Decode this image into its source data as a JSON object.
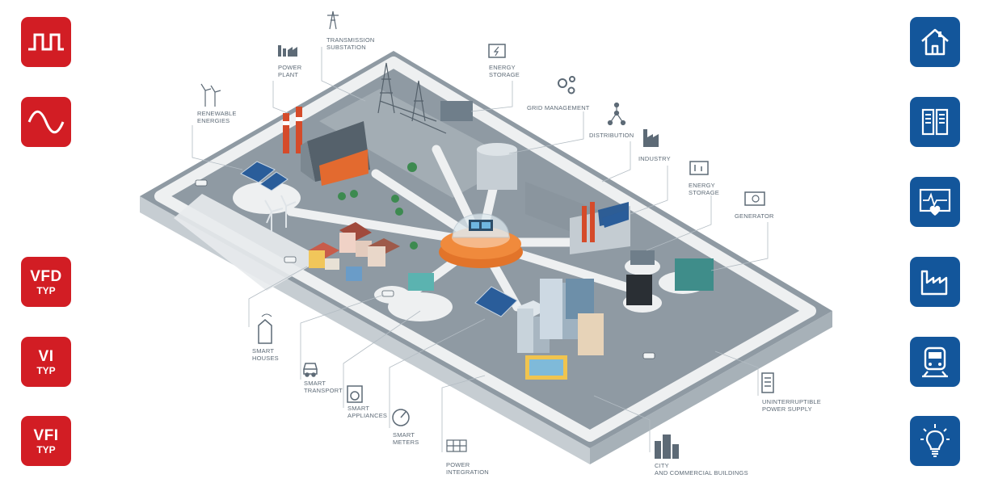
{
  "left_badges": [
    {
      "name": "square-wave-icon"
    },
    {
      "name": "sine-wave-icon"
    },
    {
      "line1": "VFD",
      "line2": "TYP"
    },
    {
      "line1": "VI",
      "line2": "TYP"
    },
    {
      "line1": "VFI",
      "line2": "TYP"
    }
  ],
  "right_badges": [
    {
      "name": "house-icon"
    },
    {
      "name": "server-rack-icon"
    },
    {
      "name": "medical-monitor-icon"
    },
    {
      "name": "factory-icon"
    },
    {
      "name": "train-icon"
    },
    {
      "name": "light-bulb-icon"
    }
  ],
  "labels": {
    "transmission": [
      "TRANSMISSION",
      "SUBSTATION"
    ],
    "power_plant": [
      "POWER",
      "PLANT"
    ],
    "energy_storage_top": [
      "ENERGY",
      "STORAGE"
    ],
    "grid_management": [
      "GRID MANAGEMENT"
    ],
    "renewable": [
      "RENEWABLE",
      "ENERGIES"
    ],
    "distribution": [
      "DISTRIBUTION"
    ],
    "industry": [
      "INDUSTRY"
    ],
    "energy_storage_right": [
      "ENERGY",
      "STORAGE"
    ],
    "generator": [
      "GENERATOR"
    ],
    "smart_houses": [
      "SMART",
      "HOUSES"
    ],
    "smart_transport": [
      "SMART",
      "TRANSPORT"
    ],
    "smart_appliances": [
      "SMART",
      "APPLIANCES"
    ],
    "smart_meters": [
      "SMART",
      "METERS"
    ],
    "power_integration": [
      "POWER",
      "INTEGRATION"
    ],
    "city": [
      "CITY",
      "AND COMMERCIAL BUILDINGS"
    ],
    "ups": [
      "UNINTERRUPTIBLE",
      "POWER SUPPLY"
    ]
  },
  "colors": {
    "red": "#d21d24",
    "blue": "#13569b",
    "ground": "#8f9aa3",
    "road": "#eef0f1",
    "accent": "#f08a3c"
  }
}
